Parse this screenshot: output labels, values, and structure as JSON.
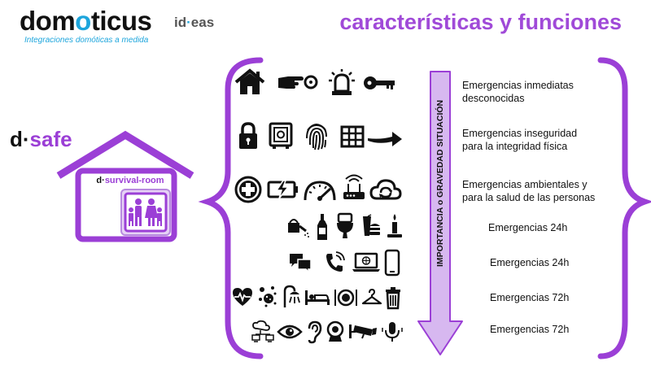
{
  "header": {
    "logo_part1": "dom",
    "logo_part2": "o",
    "logo_part3": "ticus",
    "tagline": "Integraciones domóticas a medida",
    "ideas_part1": "id",
    "ideas_dot": "·",
    "ideas_part2": "eas",
    "title": "características y funciones"
  },
  "dsafe": {
    "prefix": "d·",
    "name": "safe"
  },
  "room": {
    "prefix": "d·",
    "name": "survival-room"
  },
  "priority_label": "IMPORTANCIA o GRAVEDAD SITUACIÓN",
  "rows": [
    {
      "line1": "Emergencias inmediatas",
      "line2": "desconocidas"
    },
    {
      "line1": "Emergencias inseguridad",
      "line2": "para la integridad física"
    },
    {
      "line1": "Emergencias ambientales y",
      "line2": "para la salud de las personas"
    },
    {
      "line1": "Emergencias 24h"
    },
    {
      "line1": "Emergencias 24h"
    },
    {
      "line1": "Emergencias 72h"
    },
    {
      "line1": "Emergencias 72h"
    }
  ],
  "colors": {
    "purple": "#9b3fd6",
    "light_purple": "#d7b8f0",
    "blue": "#1da5dc"
  },
  "icons": {
    "row1": [
      "house-icon",
      "pointing-hand-icon",
      "alarm-light-icon",
      "key-icon"
    ],
    "row2": [
      "padlock-icon",
      "safe-icon",
      "fingerprint-icon",
      "window-icon",
      "arrow-icon"
    ],
    "row3": [
      "medical-cross-icon",
      "battery-icon",
      "gauge-icon",
      "router-icon",
      "cloud-sync-icon"
    ],
    "row4": [
      "watering-can-icon",
      "bottle-icon",
      "toilet-icon",
      "food-icon",
      "candle-icon"
    ],
    "row5": [
      "chat-icon",
      "phone-icon",
      "laptop-icon",
      "smartphone-icon"
    ],
    "row6": [
      "heart-icon",
      "virus-icon",
      "shower-icon",
      "bed-icon",
      "dining-icon",
      "hanger-icon",
      "trash-icon"
    ],
    "row7": [
      "network-icon",
      "eye-icon",
      "ear-icon",
      "webcam-icon",
      "cctv-icon",
      "microphone-icon"
    ]
  }
}
